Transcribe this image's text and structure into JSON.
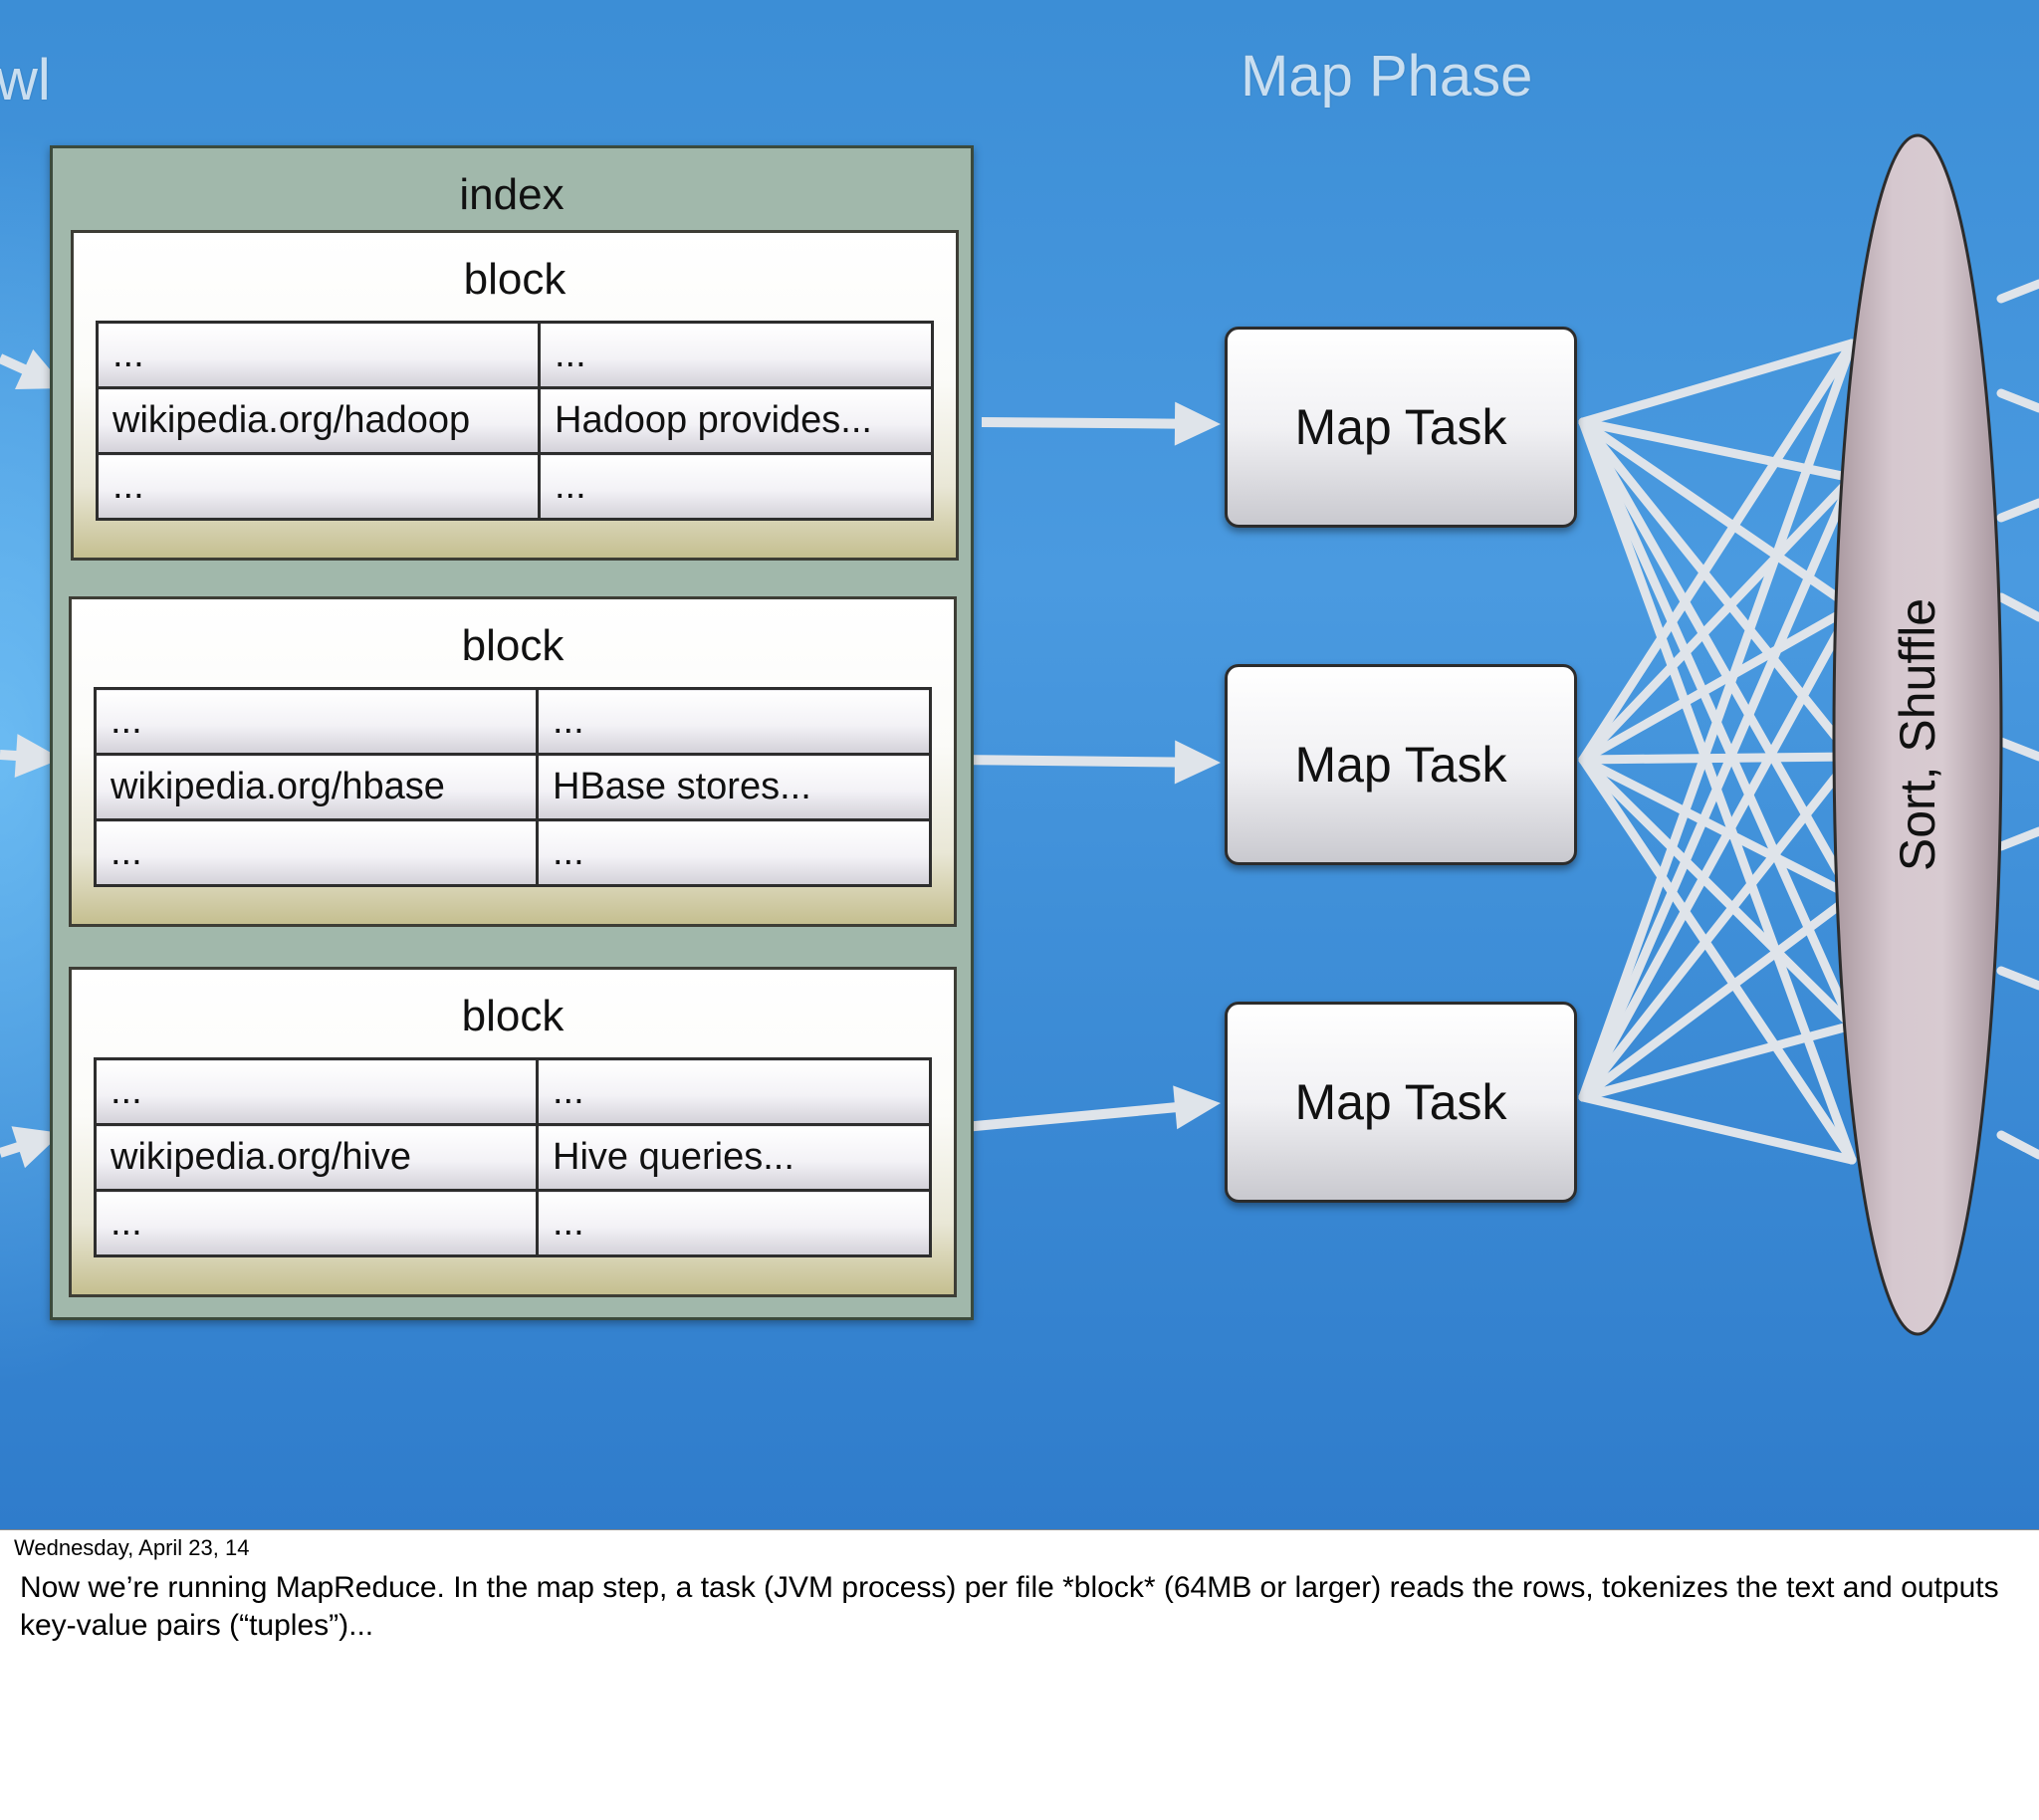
{
  "slide": {
    "heading_left": "wl",
    "heading_right": "Map Phase",
    "index": {
      "title": "index",
      "blocks": [
        {
          "title": "block",
          "rows": [
            [
              "...",
              "..."
            ],
            [
              "wikipedia.org/hadoop",
              "Hadoop provides..."
            ],
            [
              "...",
              "..."
            ]
          ]
        },
        {
          "title": "block",
          "rows": [
            [
              "...",
              "..."
            ],
            [
              "wikipedia.org/hbase",
              "HBase stores..."
            ],
            [
              "...",
              "..."
            ]
          ]
        },
        {
          "title": "block",
          "rows": [
            [
              "...",
              "..."
            ],
            [
              "wikipedia.org/hive",
              "Hive queries..."
            ],
            [
              "...",
              "..."
            ]
          ]
        }
      ]
    },
    "map_tasks": [
      "Map Task",
      "Map Task",
      "Map Task"
    ],
    "sort_shuffle": "Sort, Shuffle"
  },
  "notes": {
    "date": "Wednesday, April 23, 14",
    "text": "Now we’re running MapReduce. In the map step, a task (JVM process) per file *block* (64MB or larger) reads the rows, tokenizes the text and outputs key-value pairs (“tuples”)..."
  },
  "colors": {
    "background": "#4a9ae0",
    "index_box": "#a1b8ab",
    "arrows": "#dfe4ea",
    "ellipse": "#cbbcc4"
  }
}
